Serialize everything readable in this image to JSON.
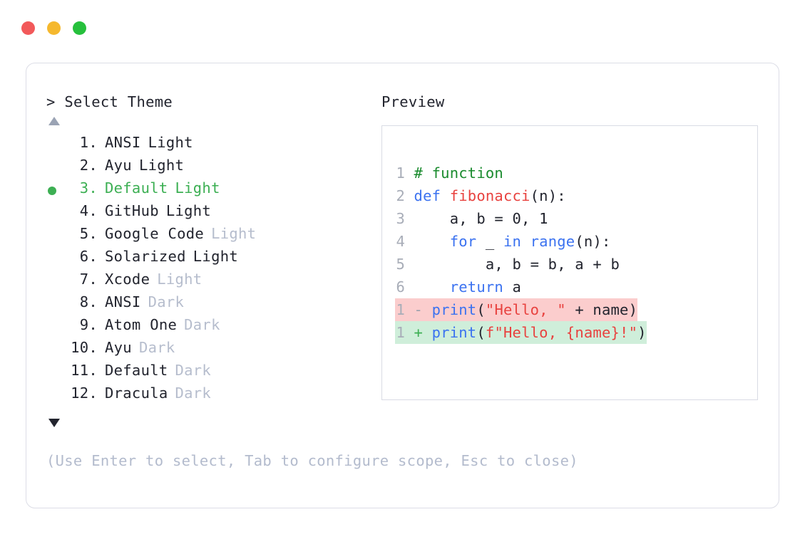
{
  "window": {
    "traffic_lights": [
      {
        "name": "close",
        "color": "#f2595a"
      },
      {
        "name": "minimize",
        "color": "#f5b82e"
      },
      {
        "name": "maximize",
        "color": "#26c03c"
      }
    ]
  },
  "left": {
    "prompt_symbol": ">",
    "title": "Select Theme",
    "scroll_up_icon": "triangle-up",
    "scroll_down_icon": "triangle-down",
    "selected_index": 3,
    "items": [
      {
        "index": "1.",
        "name": "ANSI",
        "variant": "Light",
        "variant_muted": false,
        "selected": false
      },
      {
        "index": "2.",
        "name": "Ayu",
        "variant": "Light",
        "variant_muted": false,
        "selected": false
      },
      {
        "index": "3.",
        "name": "Default",
        "variant": "Light",
        "variant_muted": false,
        "selected": true
      },
      {
        "index": "4.",
        "name": "GitHub",
        "variant": "Light",
        "variant_muted": false,
        "selected": false
      },
      {
        "index": "5.",
        "name": "Google Code",
        "variant": "Light",
        "variant_muted": true,
        "selected": false
      },
      {
        "index": "6.",
        "name": "Solarized",
        "variant": "Light",
        "variant_muted": false,
        "selected": false
      },
      {
        "index": "7.",
        "name": "Xcode",
        "variant": "Light",
        "variant_muted": true,
        "selected": false
      },
      {
        "index": "8.",
        "name": "ANSI",
        "variant": "Dark",
        "variant_muted": true,
        "selected": false
      },
      {
        "index": "9.",
        "name": "Atom One",
        "variant": "Dark",
        "variant_muted": true,
        "selected": false
      },
      {
        "index": "10.",
        "name": "Ayu",
        "variant": "Dark",
        "variant_muted": true,
        "selected": false
      },
      {
        "index": "11.",
        "name": "Default",
        "variant": "Dark",
        "variant_muted": true,
        "selected": false
      },
      {
        "index": "12.",
        "name": "Dracula",
        "variant": "Dark",
        "variant_muted": true,
        "selected": false
      }
    ]
  },
  "right": {
    "title": "Preview",
    "code_lines": [
      {
        "num": "1",
        "tokens": [
          {
            "t": "# function",
            "c": "comment"
          }
        ]
      },
      {
        "num": "2",
        "tokens": [
          {
            "t": "def ",
            "c": "keyword"
          },
          {
            "t": "fibonacci",
            "c": "func"
          },
          {
            "t": "(n):",
            "c": "plain"
          }
        ]
      },
      {
        "num": "3",
        "tokens": [
          {
            "t": "    a, b = 0, 1",
            "c": "plain"
          }
        ]
      },
      {
        "num": "4",
        "tokens": [
          {
            "t": "    ",
            "c": "plain"
          },
          {
            "t": "for",
            "c": "keyword"
          },
          {
            "t": " _ ",
            "c": "plain"
          },
          {
            "t": "in",
            "c": "keyword"
          },
          {
            "t": " ",
            "c": "plain"
          },
          {
            "t": "range",
            "c": "builtin"
          },
          {
            "t": "(n):",
            "c": "plain"
          }
        ]
      },
      {
        "num": "5",
        "tokens": [
          {
            "t": "        a, b = b, a + b",
            "c": "plain"
          }
        ]
      },
      {
        "num": "6",
        "tokens": [
          {
            "t": "    ",
            "c": "plain"
          },
          {
            "t": "return",
            "c": "keyword"
          },
          {
            "t": " a",
            "c": "plain"
          }
        ]
      }
    ],
    "diff_lines": [
      {
        "num": "1",
        "kind": "del",
        "marker": "-",
        "tokens": [
          {
            "t": "print",
            "c": "builtin"
          },
          {
            "t": "(",
            "c": "plain"
          },
          {
            "t": "\"Hello, \"",
            "c": "string"
          },
          {
            "t": " + name)",
            "c": "plain"
          }
        ]
      },
      {
        "num": "1",
        "kind": "add",
        "marker": "+",
        "tokens": [
          {
            "t": "print",
            "c": "builtin"
          },
          {
            "t": "(",
            "c": "plain"
          },
          {
            "t": "f\"Hello, {name}!\"",
            "c": "string"
          },
          {
            "t": ")",
            "c": "plain"
          }
        ]
      }
    ]
  },
  "footer": {
    "hint": "(Use Enter to select, Tab to configure scope, Esc to close)"
  },
  "colors": {
    "accent_green": "#3caf53",
    "muted": "#b6bdcd",
    "text": "#22242e",
    "line_number": "#a8adb8",
    "diff_del_bg": "#fbcdcd",
    "diff_add_bg": "#cfeeda",
    "border": "#dcdde6"
  }
}
